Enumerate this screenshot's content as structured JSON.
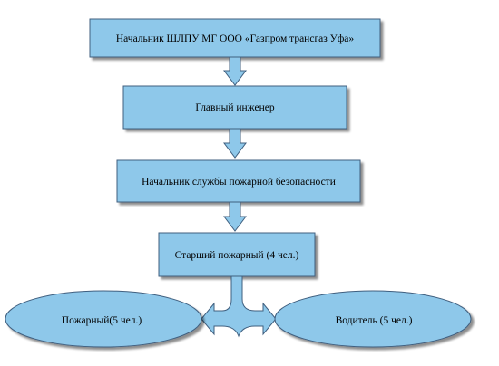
{
  "nodes": {
    "head": "Начальник ШЛПУ МГ ООО «Газпром трансгаз Уфа»",
    "chief_engineer": "Главный инженер",
    "fire_safety_head": "Начальник службы пожарной безопасности",
    "senior_firefighter": "Старший пожарный (4 чел.)",
    "firefighter": "Пожарный(5 чел.)",
    "driver": "Водитель (5 чел.)"
  },
  "colors": {
    "fill": "#8ec8ea",
    "stroke": "#3f5f7f"
  }
}
